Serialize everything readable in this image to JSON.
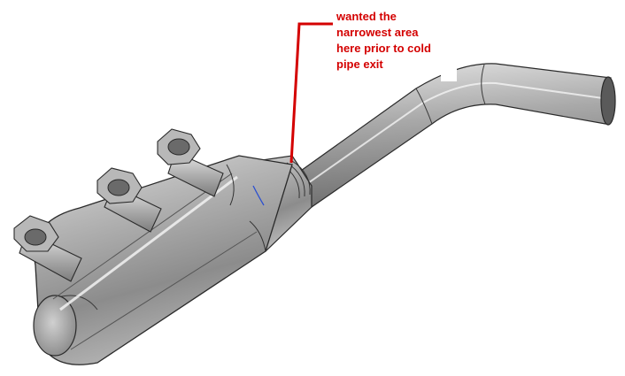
{
  "annotation": {
    "lines": [
      "wanted the",
      "narrowest area",
      "here prior to cold",
      "pipe exit"
    ],
    "color": "#d40000"
  },
  "drawing": {
    "part": "exhaust-manifold-collector-pipe",
    "background": "#ffffff",
    "body_color": "#a7a7a7"
  }
}
